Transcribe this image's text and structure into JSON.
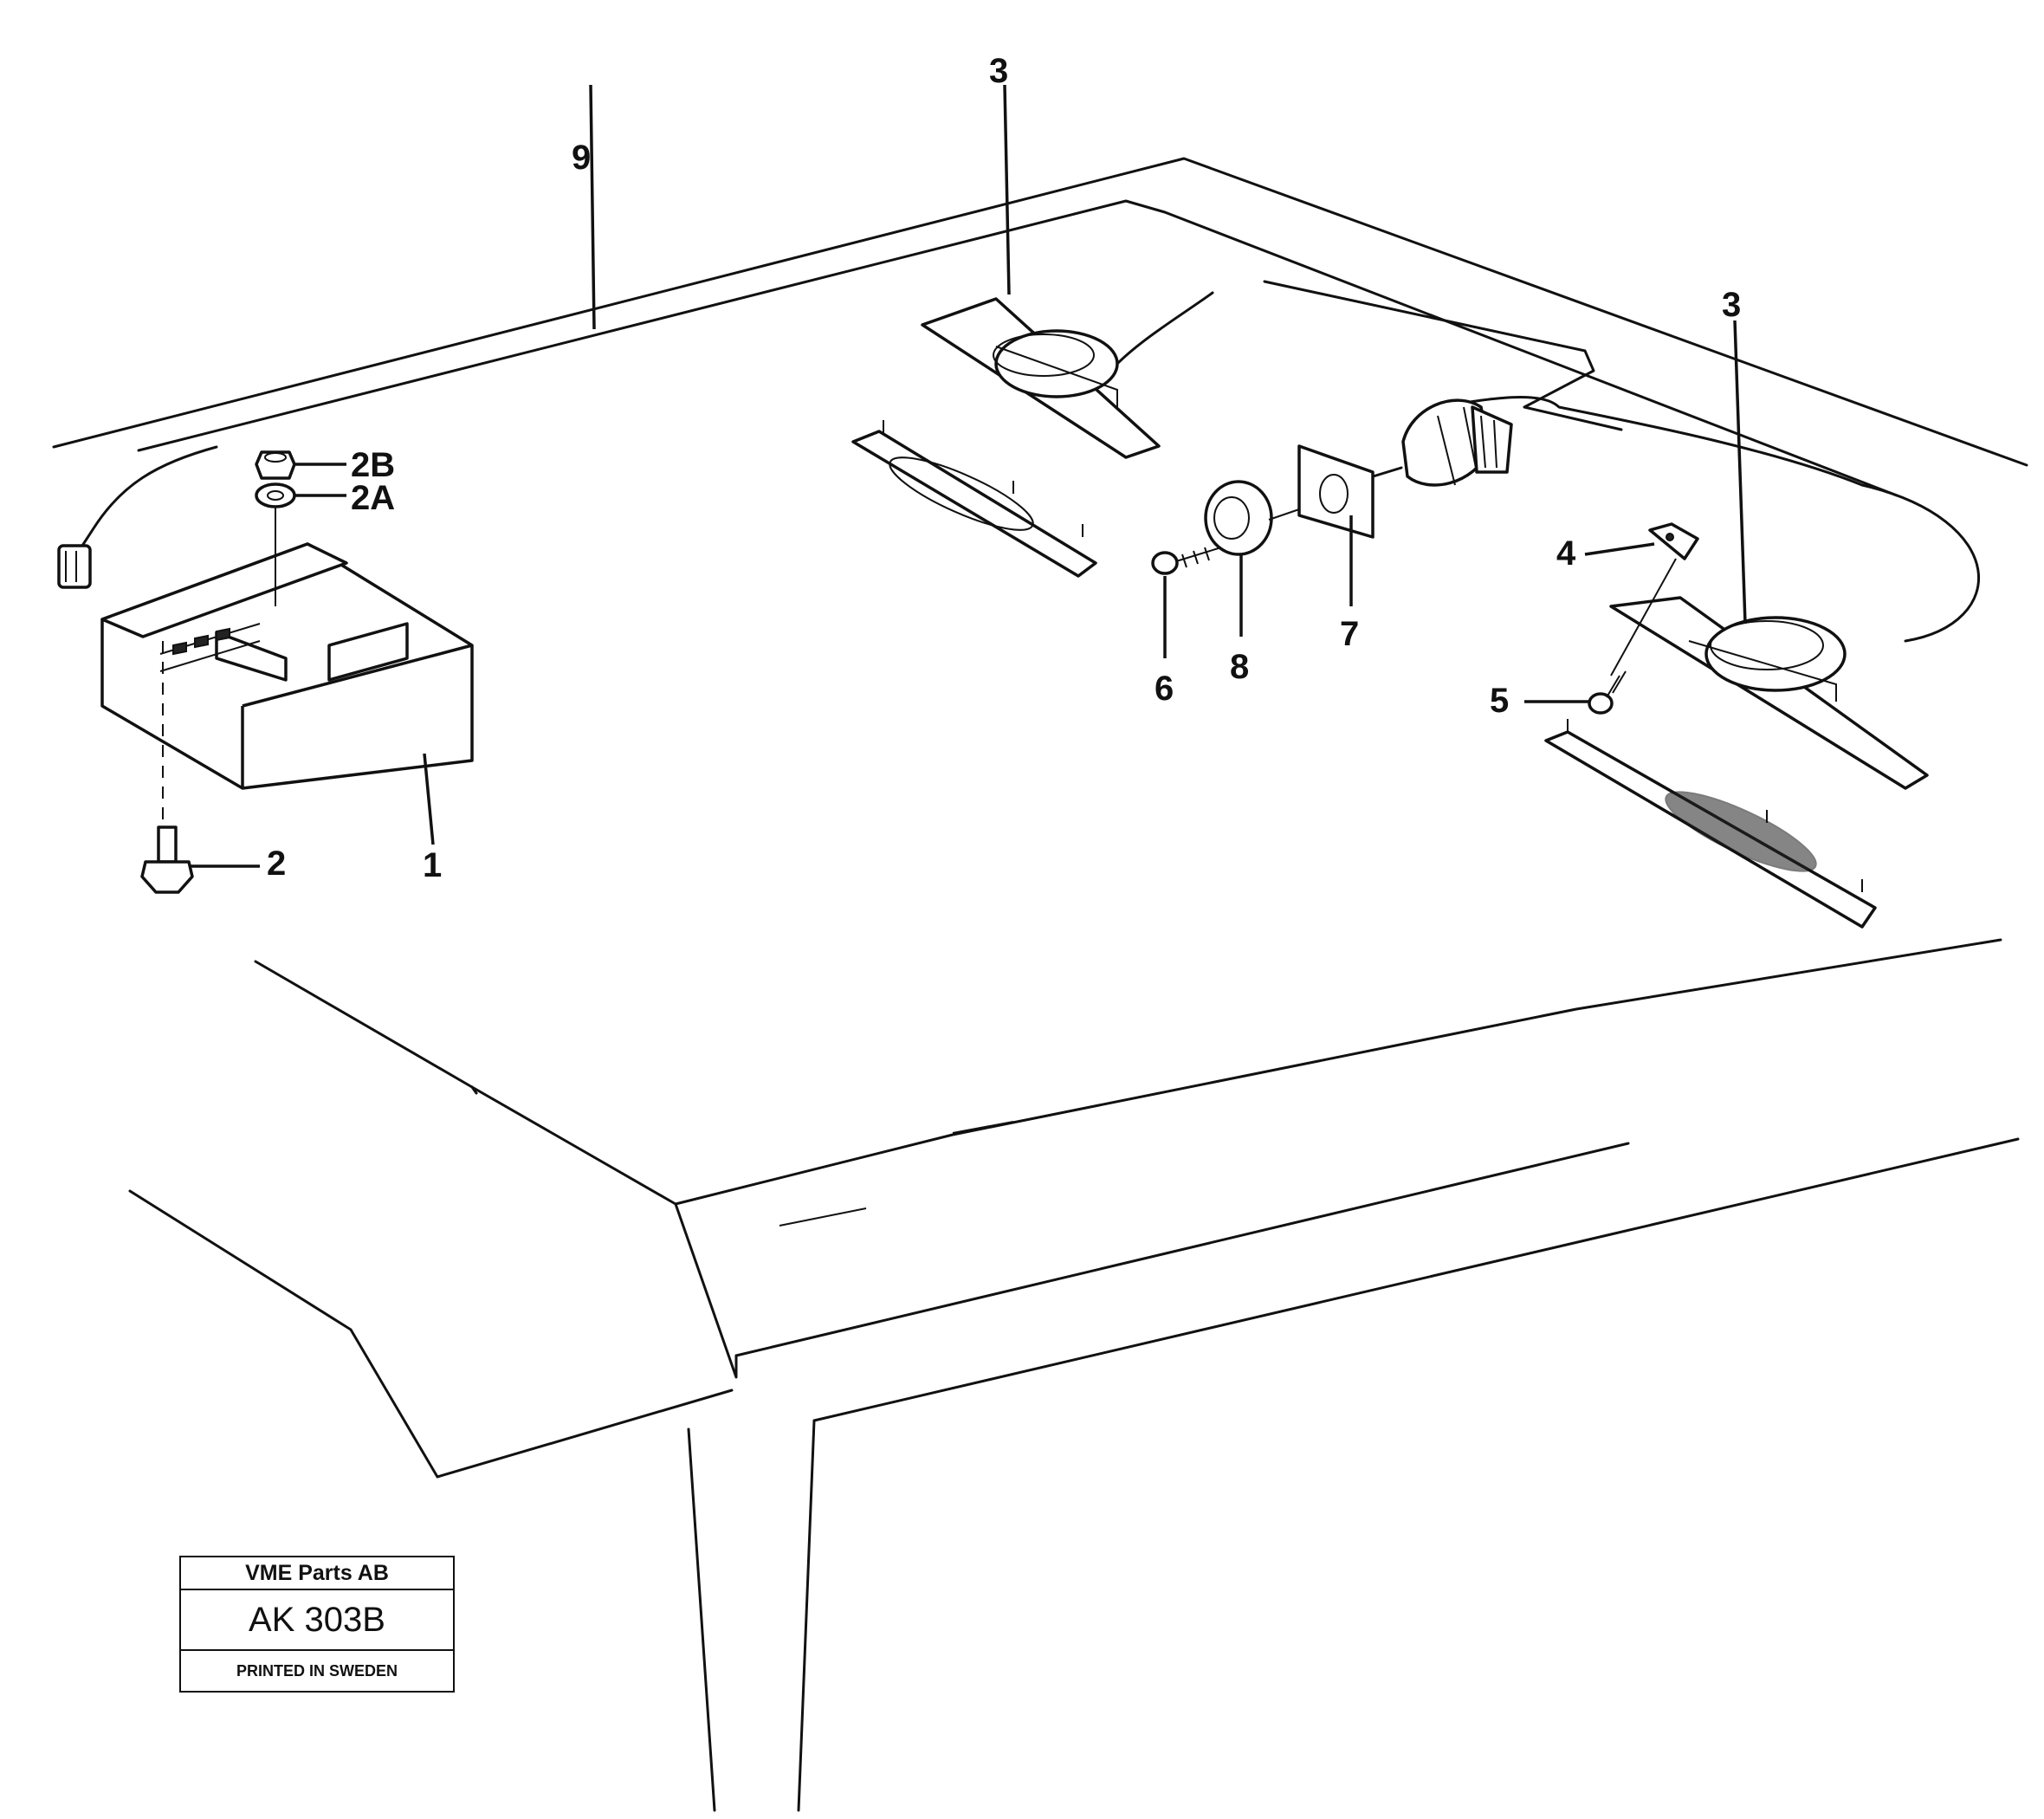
{
  "diagram": {
    "callouts": [
      {
        "id": "c1",
        "text": "1"
      },
      {
        "id": "c2",
        "text": "2"
      },
      {
        "id": "c2a",
        "text": "2A"
      },
      {
        "id": "c2b",
        "text": "2B"
      },
      {
        "id": "c3a",
        "text": "3"
      },
      {
        "id": "c3b",
        "text": "3"
      },
      {
        "id": "c4",
        "text": "4"
      },
      {
        "id": "c5",
        "text": "5"
      },
      {
        "id": "c6",
        "text": "6"
      },
      {
        "id": "c7",
        "text": "7"
      },
      {
        "id": "c8",
        "text": "8"
      },
      {
        "id": "c9",
        "text": "9"
      }
    ]
  },
  "title_block": {
    "company": "VME Parts AB",
    "code": "AK 303B",
    "printed": "PRINTED IN SWEDEN"
  }
}
